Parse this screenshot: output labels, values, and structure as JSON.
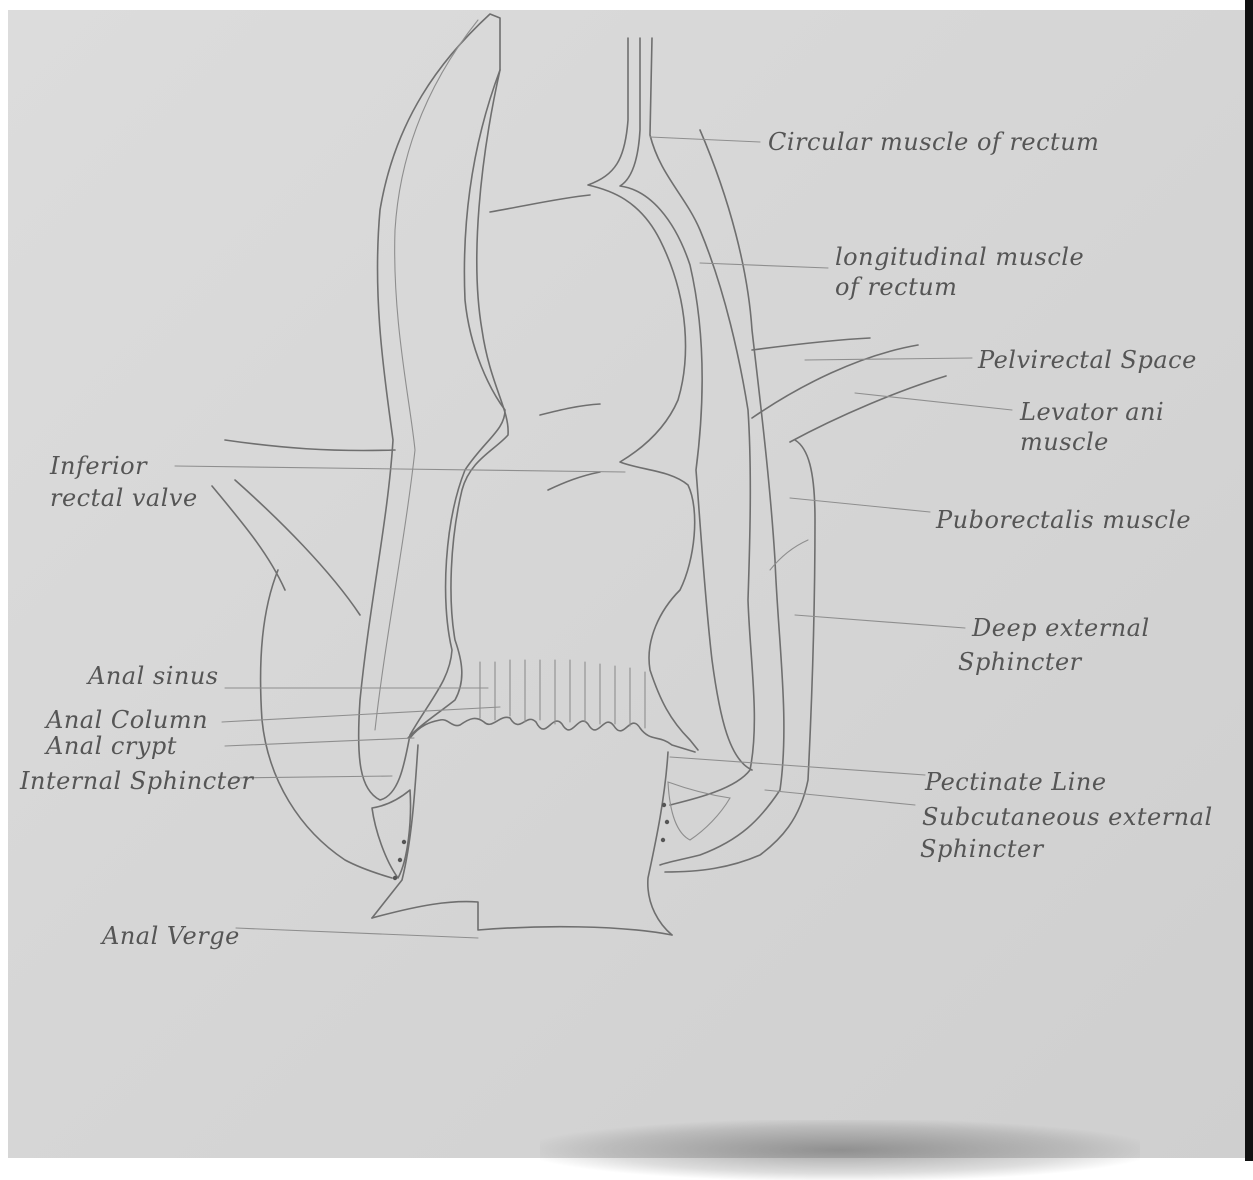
{
  "labels": {
    "circular_muscle": "Circular muscle of rectum",
    "longitudinal_muscle_1": "longitudinal muscle",
    "longitudinal_muscle_2": "of rectum",
    "pelvirectal_space": "Pelvirectal Space",
    "levator_ani_1": "Levator ani",
    "levator_ani_2": "muscle",
    "puborectalis": "Puborectalis muscle",
    "deep_external_1": "Deep external",
    "deep_external_2": "Sphincter",
    "pectinate_line": "Pectinate Line",
    "subcutaneous_1": "Subcutaneous external",
    "subcutaneous_2": "Sphincter",
    "inferior_valve_1": "Inferior",
    "inferior_valve_2": "rectal valve",
    "anal_sinus": "Anal sinus",
    "anal_column": "Anal Column",
    "anal_crypt": "Anal crypt",
    "internal_sphincter": "Internal Sphincter",
    "anal_verge": "Anal Verge"
  },
  "colors": {
    "paper": "#d6d6d6",
    "pencil": "#6f6f6f",
    "text": "#555555"
  }
}
